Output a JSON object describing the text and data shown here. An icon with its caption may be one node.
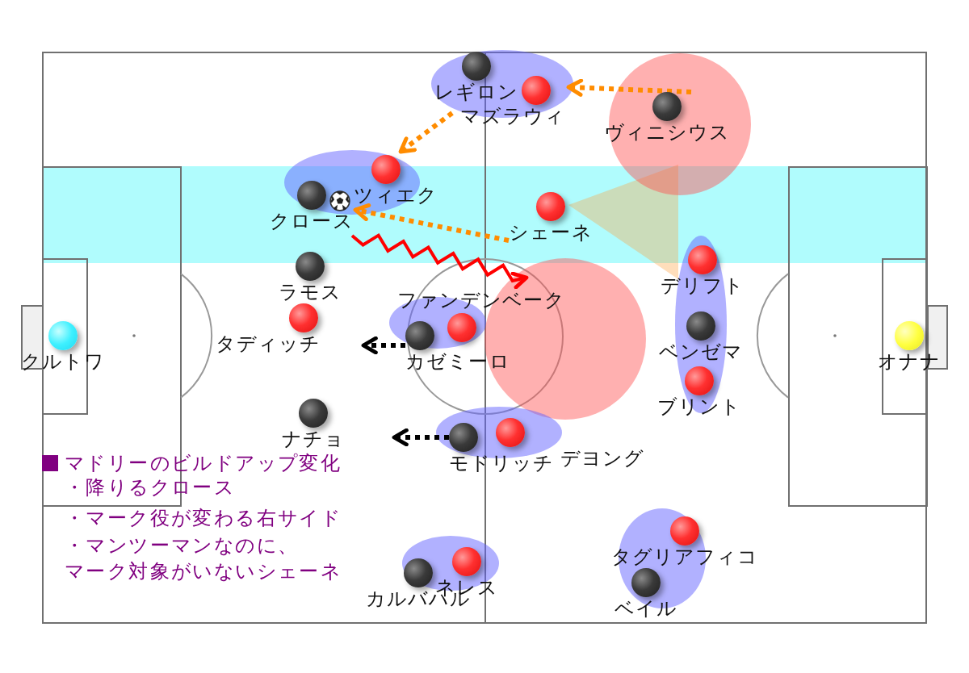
{
  "diagram": {
    "nodes": [
      {
        "text": [],
        "shape": "ellipse"
      },
      {
        "text": [
          "レギロン"
        ],
        "in": 0
      },
      {
        "text": [
          "マズラウィ"
        ],
        "in": 0
      },
      {
        "text": [],
        "shape": "circle"
      },
      {
        "text": [
          "ヴィニシウス"
        ],
        "in": 3
      },
      {
        "text": [],
        "shape": "ellipse"
      },
      {
        "text": [
          "ツィエク"
        ],
        "in": 5
      },
      {
        "text": [
          "クロース"
        ],
        "in": 5
      },
      {
        "text": [
          "シェーネ"
        ]
      },
      {
        "text": [],
        "shape": "ellipse"
      },
      {
        "text": [
          "デリフト"
        ],
        "in": 9
      },
      {
        "text": [
          "ラモス"
        ]
      },
      {
        "text": [],
        "shape": "ellipse"
      },
      {
        "text": [
          "ファンデンベーク"
        ],
        "in": 12
      },
      {
        "text": [
          "カゼミーロ"
        ],
        "in": 12
      },
      {
        "text": [
          "タディッチ"
        ]
      },
      {
        "text": [],
        "shape": "circle"
      },
      {
        "text": [
          "ベンゼマ"
        ],
        "in": 9
      },
      {
        "text": [
          "クルトワ"
        ]
      },
      {
        "text": [
          "オナナ"
        ]
      },
      {
        "text": [
          "ブリント"
        ],
        "in": 9
      },
      {
        "text": [
          "ナチョ"
        ]
      },
      {
        "text": [],
        "shape": "ellipse"
      },
      {
        "text": [
          "モドリッチ"
        ],
        "in": 22
      },
      {
        "text": [
          "デヨング"
        ],
        "in": 22
      },
      {
        "text": [],
        "shape": "ellipse"
      },
      {
        "text": [
          "タグリアフィコ"
        ],
        "in": 25
      },
      {
        "text": [],
        "shape": "ellipse"
      },
      {
        "text": [
          "ネレス"
        ],
        "in": 27
      },
      {
        "text": [
          "カルバハル"
        ],
        "in": 27
      },
      {
        "text": [
          "ベイル"
        ],
        "in": 25
      }
    ],
    "edges": [
      {
        "from": 4,
        "to": 2,
        "arrow": "to",
        "style": "dashed"
      },
      {
        "from": 0,
        "to": 5,
        "arrow": "to",
        "style": "dashed"
      },
      {
        "from": 8,
        "to": 7,
        "arrow": "to",
        "style": "dashed"
      },
      {
        "from": 7,
        "to": 16,
        "arrow": "to",
        "color": "#ff0000"
      },
      {
        "from": 14,
        "to": null,
        "arrow": "to",
        "style": "dashed",
        "color": "#000000"
      },
      {
        "from": 23,
        "to": null,
        "arrow": "to",
        "style": "dashed",
        "color": "#000000"
      }
    ],
    "labels": [
      "マドリーのビルドアップ変化",
      "・降りるクロース",
      "・マーク役が変わる右サイド",
      "・マンツーマンなのに、マーク対象がいないシェーネ"
    ]
  }
}
